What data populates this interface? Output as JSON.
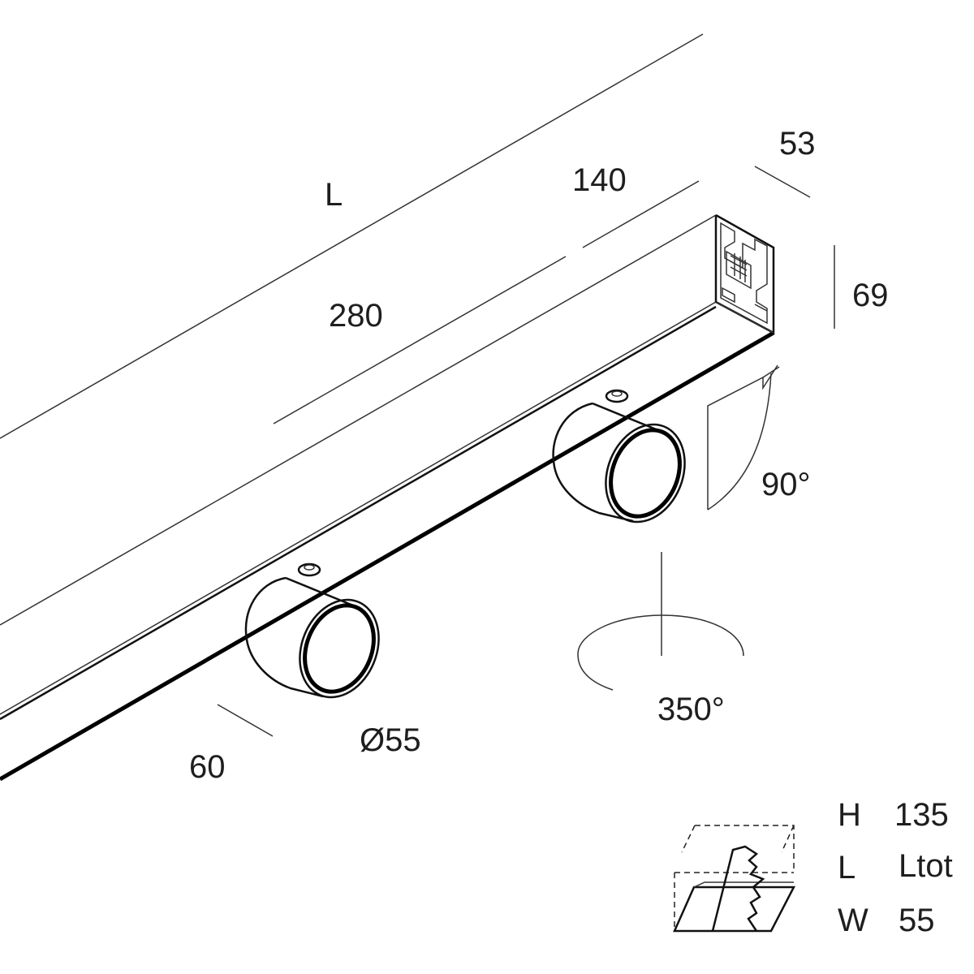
{
  "dimensions": {
    "length": "L",
    "segment_140": "140",
    "segment_280": "280",
    "depth": "53",
    "height": "69",
    "tilt": "90°",
    "rotation": "350°",
    "diameter": "Ø55",
    "spot_depth": "60"
  },
  "table": {
    "rows": [
      {
        "key": "H",
        "value": "135"
      },
      {
        "key": "L",
        "value": "Ltot"
      },
      {
        "key": "W",
        "value": "55"
      }
    ]
  }
}
